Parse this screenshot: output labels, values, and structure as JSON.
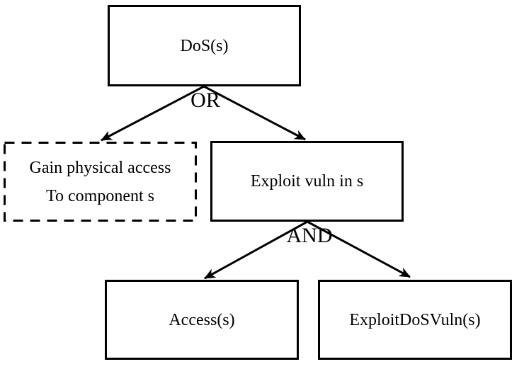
{
  "diagram": {
    "kind": "attack-tree",
    "colors": {
      "background": "#ffffff",
      "stroke": "#000000",
      "text": "#000000"
    },
    "nodes": {
      "root": {
        "label": "DoS(s)",
        "border": "solid"
      },
      "physical": {
        "line1": "Gain physical access",
        "line2": "To component s",
        "border": "dashed"
      },
      "exploit": {
        "label": "Exploit vuln in s",
        "border": "solid"
      },
      "access": {
        "label": "Access(s)",
        "border": "solid"
      },
      "exploitdos": {
        "label": "ExploitDoSVuln(s)",
        "border": "solid"
      }
    },
    "gates": {
      "or_label": "OR",
      "and_label": "AND"
    },
    "edges": [
      {
        "from": "root",
        "to": "physical",
        "gate": "OR"
      },
      {
        "from": "root",
        "to": "exploit",
        "gate": "OR"
      },
      {
        "from": "exploit",
        "to": "access",
        "gate": "AND"
      },
      {
        "from": "exploit",
        "to": "exploitdos",
        "gate": "AND"
      }
    ]
  }
}
